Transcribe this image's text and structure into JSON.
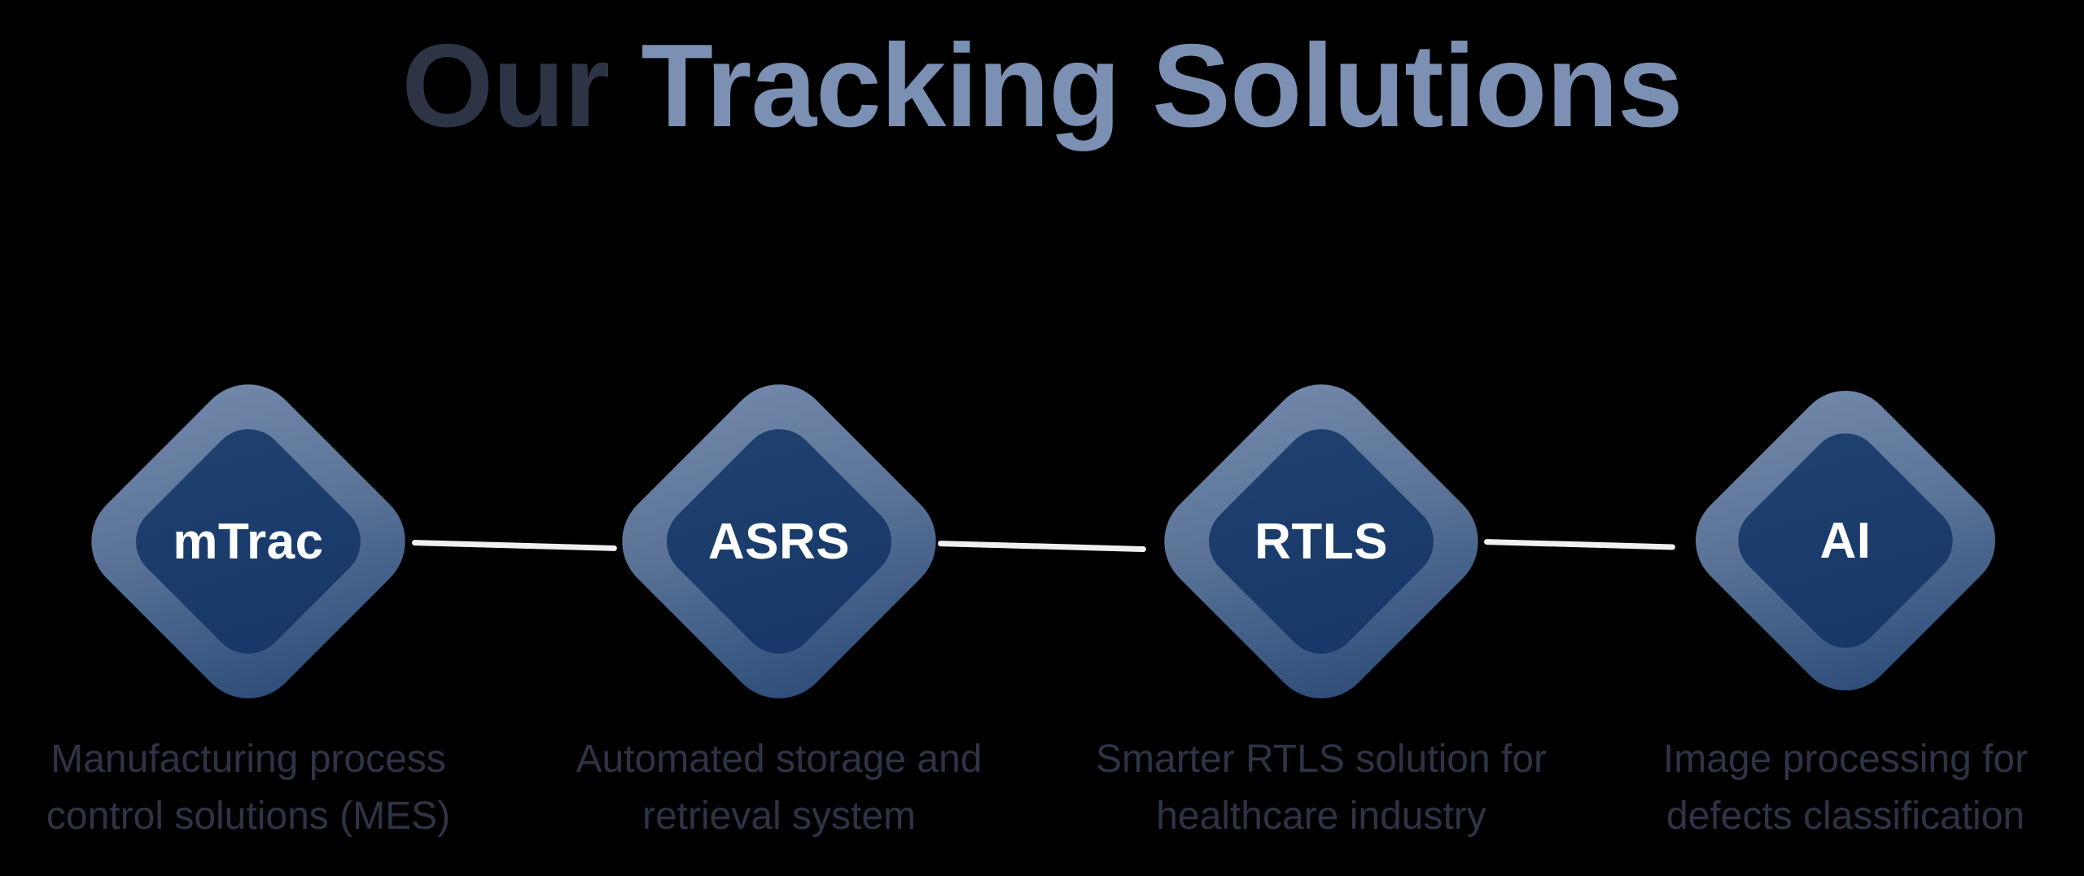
{
  "title": {
    "part1": "Our ",
    "part2": "Tracking Solutions"
  },
  "nodes": [
    {
      "label": "mTrac",
      "desc_line1": "Manufacturing process",
      "desc_line2": "control solutions (MES)"
    },
    {
      "label": "ASRS",
      "desc_line1": "Automated storage and",
      "desc_line2": "retrieval system"
    },
    {
      "label": "RTLS",
      "desc_line1": "Smarter RTLS solution for",
      "desc_line2": "healthcare industry"
    },
    {
      "label": "AI",
      "desc_line1": "Image processing for",
      "desc_line2": "defects classification"
    }
  ],
  "colors": {
    "background": "#000000",
    "title_dark": "#2d3445",
    "title_blue": "#7b90b2",
    "diamond_border_light": "#7389ab",
    "diamond_border_dark": "#2b4a78",
    "diamond_fill": "#173a6a",
    "label_text": "#ffffff",
    "description_text": "#2e3445",
    "connector_line": "#f0f0f0"
  }
}
